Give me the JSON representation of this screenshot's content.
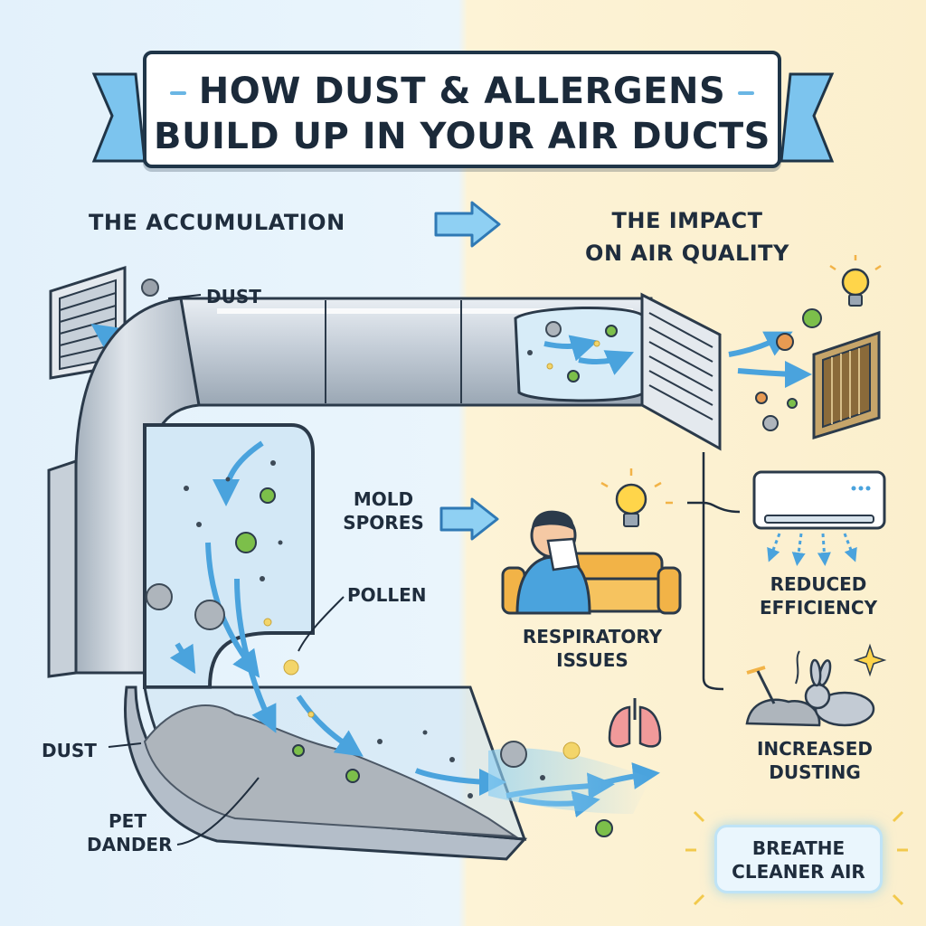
{
  "title": {
    "line1": "HOW DUST & ALLERGENS",
    "line2": "BUILD UP IN YOUR AIR DUCTS"
  },
  "sections": {
    "left": "THE ACCUMULATION",
    "right_line1": "THE IMPACT",
    "right_line2": "ON AIR QUALITY"
  },
  "labels": {
    "dust_top": "DUST",
    "mold_line1": "MOLD",
    "mold_line2": "SPORES",
    "pollen": "POLLEN",
    "dust_bottom": "DUST",
    "pet_line1": "PET",
    "pet_line2": "DANDER"
  },
  "impacts": {
    "respiratory_line1": "RESPIRATORY",
    "respiratory_line2": "ISSUES",
    "efficiency_line1": "REDUCED",
    "efficiency_line2": "EFFICIENCY",
    "dusting_line1": "INCREASED",
    "dusting_line2": "DUSTING"
  },
  "cta": {
    "line1": "BREATHE",
    "line2": "CLEANER AIR"
  },
  "colors": {
    "ink": "#1f2d3d",
    "arrow": "#5fb3e6",
    "duct": "#b7c1cc",
    "mold": "#7cbf4a",
    "sofa": "#f2b347",
    "left_bg": "#e3f1fb",
    "right_bg": "#fdf3d6"
  },
  "icons": [
    "arrow-right-icon",
    "vent-grille-icon",
    "duct-icon",
    "light-bulb-icon",
    "air-filter-icon",
    "person-sneezing-icon",
    "sofa-icon",
    "air-conditioner-icon",
    "lungs-icon",
    "rabbit-icon",
    "sparkle-icon"
  ]
}
